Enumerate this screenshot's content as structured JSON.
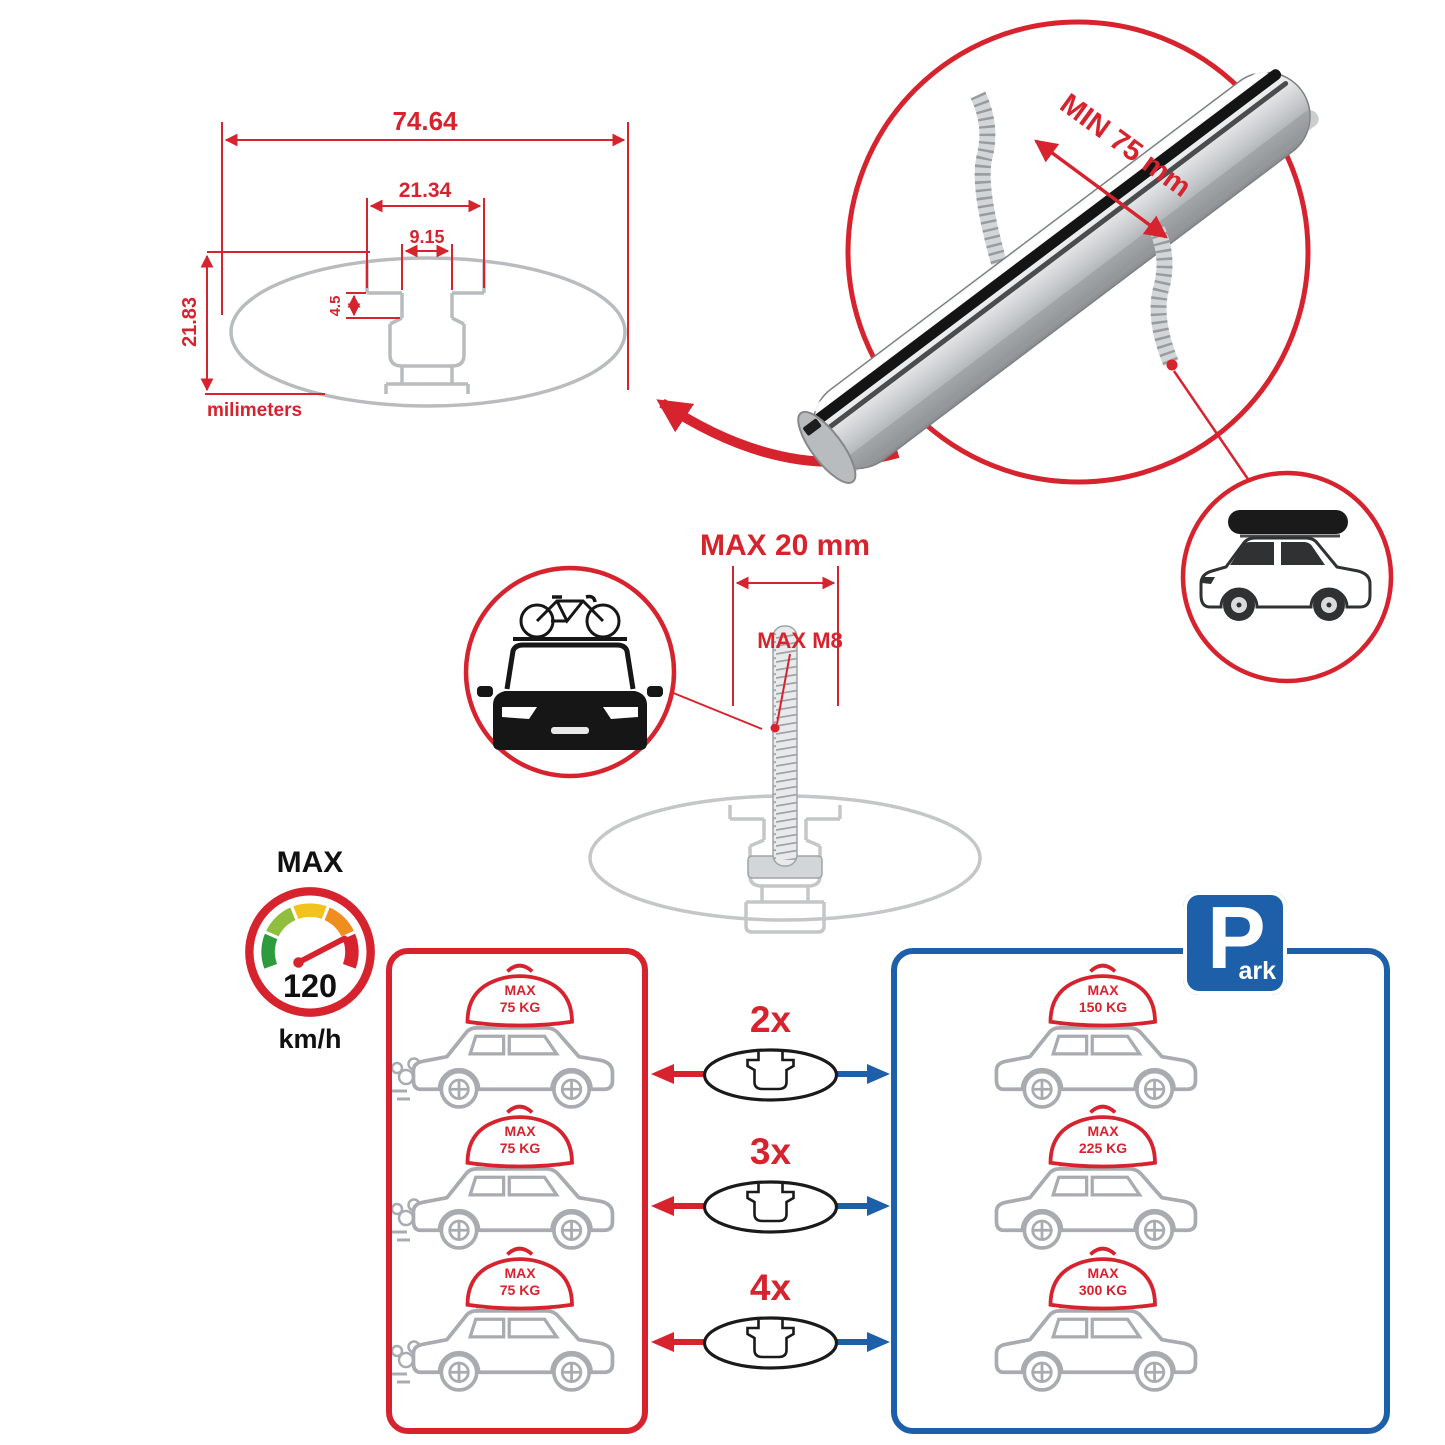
{
  "colors": {
    "accent_red": "#d6232e",
    "accent_blue": "#1d5fa8",
    "outline_gray": "#a8acb0"
  },
  "profile_dimensions": {
    "total_width": "74.64",
    "channel_width": "21.34",
    "slot_width": "9.15",
    "slot_depth": "4.5",
    "height": "21.83",
    "units_label": "milimeters"
  },
  "bar_detail": {
    "min_grip": "MIN 75 mm"
  },
  "bolt_detail": {
    "max_length": "MAX 20 mm",
    "max_thread": "MAX M8"
  },
  "speed_limit": {
    "label": "MAX",
    "value": "120",
    "units": "km/h"
  },
  "capacity": {
    "driving": [
      {
        "label": "MAX",
        "weight": "75 KG"
      },
      {
        "label": "MAX",
        "weight": "75 KG"
      },
      {
        "label": "MAX",
        "weight": "75 KG"
      }
    ],
    "multipliers": [
      "2x",
      "3x",
      "4x"
    ],
    "parked": [
      {
        "label": "MAX",
        "weight": "150 KG"
      },
      {
        "label": "MAX",
        "weight": "225 KG"
      },
      {
        "label": "MAX",
        "weight": "300 KG"
      }
    ]
  },
  "park_sign": {
    "letter": "P",
    "suffix": "ark"
  },
  "icons": {
    "speedometer": "gauge-dial",
    "suv": "suv-side-view",
    "cargo_bag": "roof-cargo-bag",
    "crossbar_profile": "crossbar-cross-section",
    "car_front_bike": "car-front-with-bike",
    "suv_roof_box": "suv-with-roof-box",
    "strap": "measuring-strap"
  }
}
